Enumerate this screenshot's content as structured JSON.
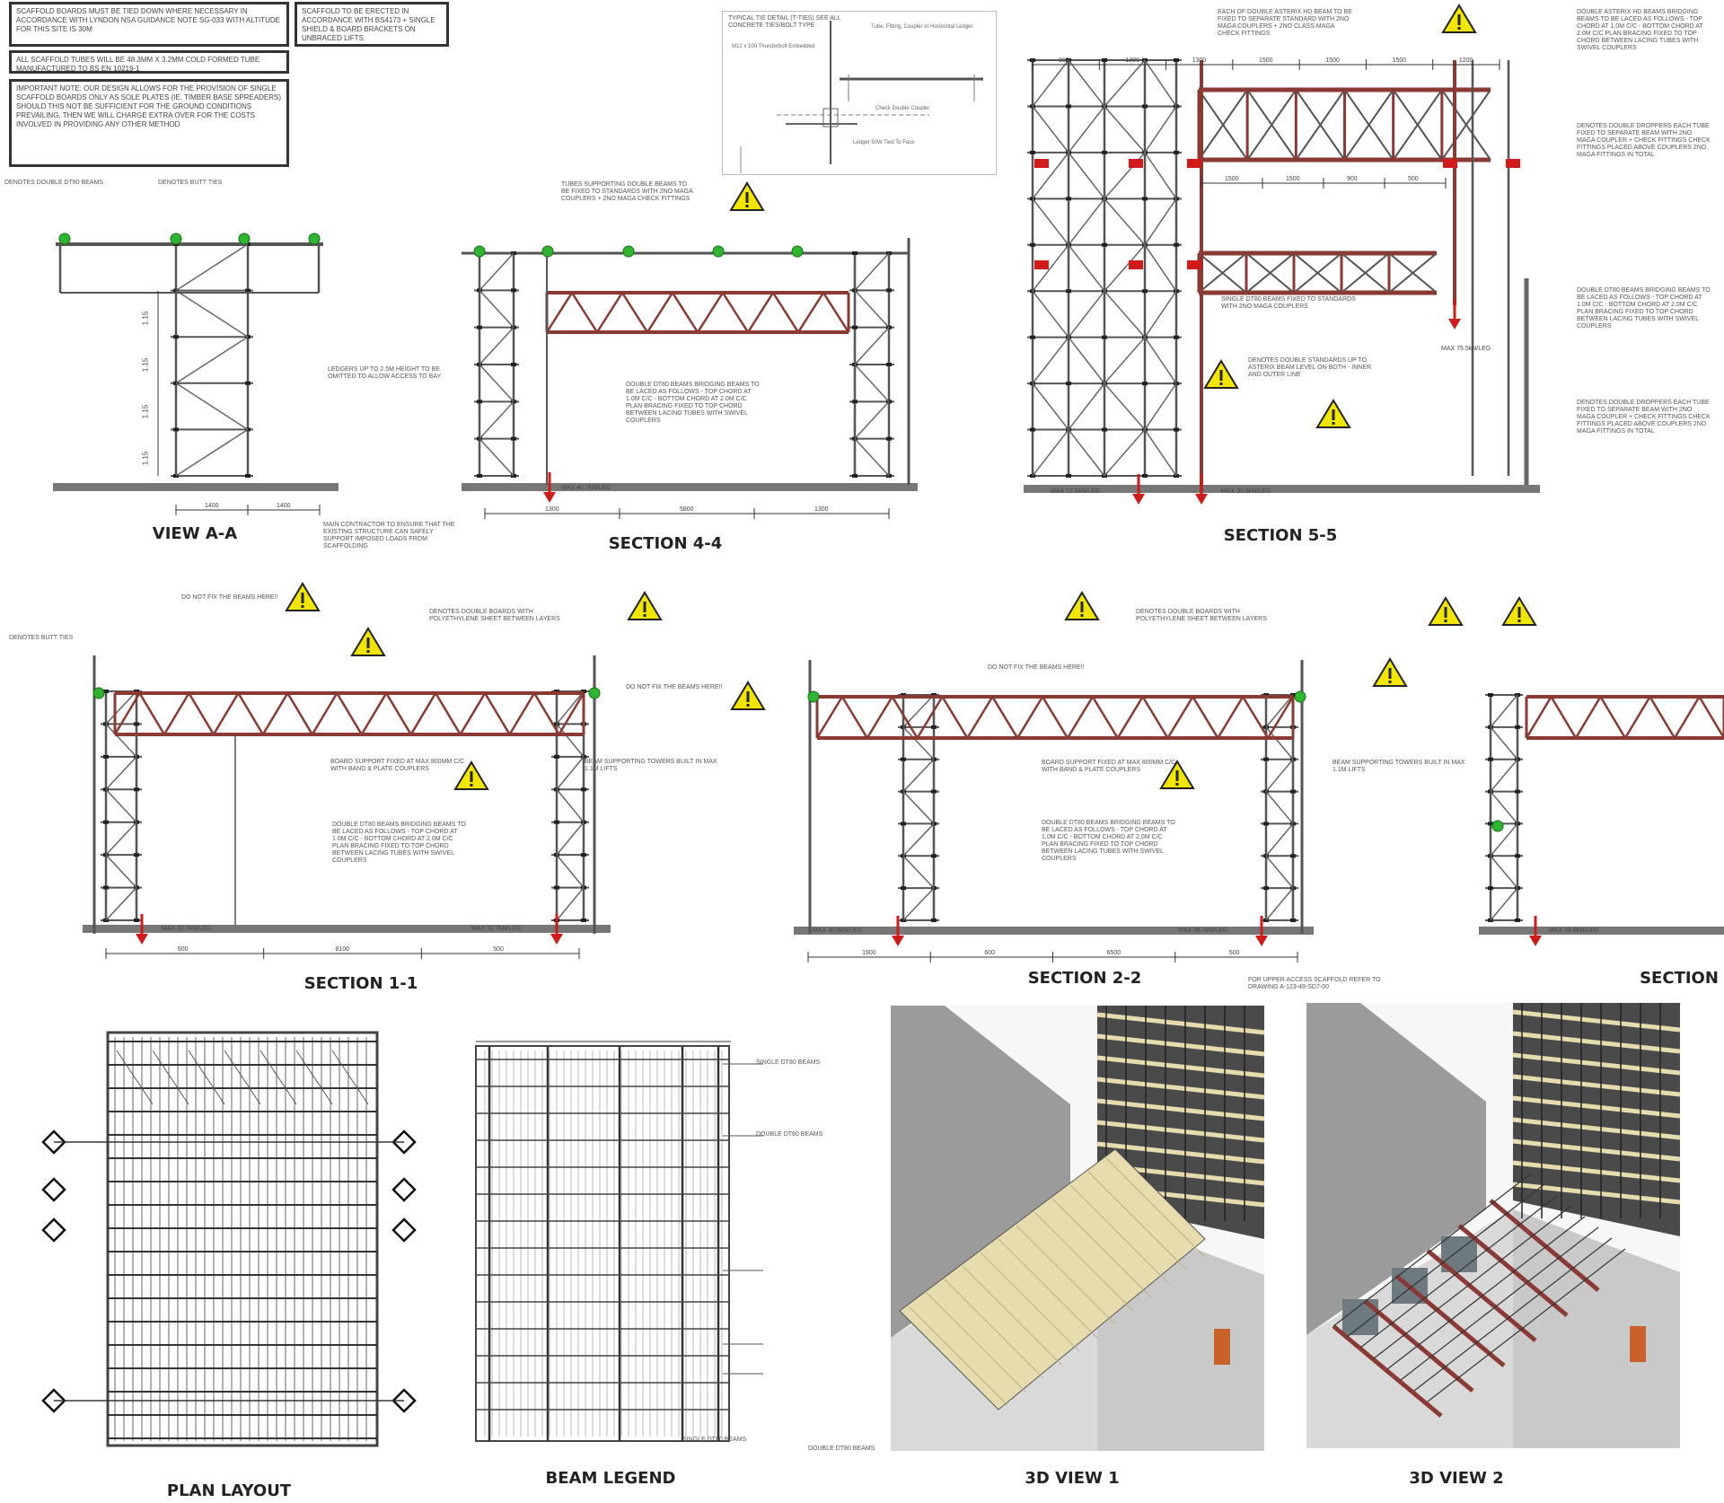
{
  "notes": {
    "tie_down": "SCAFFOLD BOARDS MUST BE TIED DOWN WHERE NECESSARY IN ACCORDANCE WITH LYNDON NSA GUIDANCE NOTE SG-033 WITH ALTITUDE FOR THIS SITE IS 30m",
    "erection": "SCAFFOLD TO BE ERECTED IN ACCORDANCE WITH BS4173 + SINGLE SHIELD & BOARD BRACKETS ON UNBRACED LIFTS",
    "tubes": "ALL SCAFFOLD TUBES WILL BE 48.3mm x 3.2mm COLD FORMED TUBE MANUFACTURED TO BS EN 10219-1",
    "important": "IMPORTANT NOTE: OUR DESIGN ALLOWS FOR THE PROVISION OF SINGLE SCAFFOLD BOARDS ONLY AS SOLE PLATES (ie. TIMBER BASE SPREADERS) SHOULD THIS NOT BE SUFFICIENT FOR THE GROUND CONDITIONS PREVAILING, THEN WE WILL CHARGE EXTRA OVER FOR THE COSTS INVOLVED IN PROVIDING ANY OTHER METHOD"
  },
  "tie_detail": {
    "title": "TYPICAL TIE DETAIL (T-TIES) SEE ALL CONCRETE TIES/BOLT TYPE",
    "label_bolt": "M12 x 100 Thunderbolt Embedded",
    "label_tube": "Tube, Fitting, Coupler or Horizontal Ledger",
    "label_double": "Check Double Coupler",
    "label_ledger": "Ledger 50W Tied To Face"
  },
  "titles": {
    "view_aa": "VIEW A-A",
    "section_44": "SECTION 4-4",
    "section_55": "SECTION 5-5",
    "section_11": "SECTION 1-1",
    "section_22": "SECTION 2-2",
    "section_33": "SECTION",
    "plan": "PLAN LAYOUT",
    "beam_legend": "BEAM LEGEND",
    "view3d_1": "3D VIEW 1",
    "view3d_2": "3D VIEW 2"
  },
  "annotations": [
    "DENOTES DOUBLE DT80 BEAMS",
    "DENOTES BUTT TIES",
    "LEDGERS UP TO 2.5m HEIGHT TO BE OMITTED TO ALLOW ACCESS TO BAY",
    "TUBES SUPPORTING DOUBLE BEAMS TO BE FIXED TO STANDARDS WITH 2NO MAGA COUPLERS + 2NO MAGA CHECK FITTINGS",
    "DOUBLE DT80 BEAMS BRIDGING BEAMS TO BE LACED AS FOLLOWS - TOP CHORD AT 1.0m C/C - BOTTOM CHORD AT 2.0m C/C PLAN BRACING FIXED TO TOP CHORD BETWEEN LACING TUBES WITH SWIVEL COUPLERS",
    "MAIN CONTRACTOR TO ENSURE THAT THE EXISTING STRUCTURE CAN SAFELY SUPPORT IMPOSED LOADS FROM SCAFFOLDING",
    "EACH OF DOUBLE ASTERIX HD BEAM TO BE FIXED TO SEPARATE STANDARD WITH 2NO MAGA COUPLERS + 2NO CLASS MAGA CHECK FITTINGS",
    "DOUBLE ASTERIX HD BEAMS BRIDGING BEAMS TO BE LACED AS FOLLOWS - TOP CHORD AT 1.0m C/C - BOTTOM CHORD AT 2.0m C/C PLAN BRACING FIXED TO TOP CHORD BETWEEN LACING TUBES WITH SWIVEL COUPLERS",
    "DENOTES DOUBLE DROPPERS EACH TUBE FIXED TO SEPARATE BEAM WITH 2NO MAGA COUPLER + CHECK FITTINGS CHECK FITTINGS PLACED ABOVE COUPLERS 2NO MAGA FITTINGS IN TOTAL",
    "SINGLE DT80 BEAMS FIXED TO STANDARDS WITH 2NO MAGA COUPLERS",
    "DENOTES DOUBLE STANDARDS UP TO ASTERIX BEAM LEVEL ON BOTH - INNER AND OUTER LINE",
    "DO NOT FIX THE BEAMS HERE!!",
    "DENOTES DOUBLE BOARDS WITH POLYETHYLENE SHEET BETWEEN LAYERS",
    "BOARD SUPPORT FIXED AT MAX 800mm C/C WITH BAND & PLATE COUPLERS",
    "BEAM SUPPORTING TOWERS BUILT IN MAX 1.1m LIFTS",
    "FOR UPPER ACCESS SCAFFOLD REFER TO DRAWING A-123-49-SD7-00",
    "SINGLE DT80 BEAMS",
    "DOUBLE DT80 BEAMS"
  ],
  "dimensions": {
    "view_aa": [
      "1400",
      "1400"
    ],
    "section_44": [
      "1300",
      "5800",
      "1300"
    ],
    "section_55_top": [
      "900",
      "1300",
      "1300",
      "1500",
      "1500",
      "1500",
      "1200"
    ],
    "section_55_mid": [
      "1500",
      "1500",
      "900",
      "500"
    ],
    "section_11": [
      "600",
      "8100",
      "500"
    ],
    "section_22": [
      "1900",
      "600",
      "6500",
      "500"
    ],
    "max_loads": [
      "MAX 40.7kN/LEG",
      "MAX 32.7kN/LEG",
      "MAX 75.5kN/LEG",
      "MAX 12.5kN/LEG",
      "MAX 30.9kN/LEG",
      "MAX 26.7kN/LEG",
      "MAX 19.8kN/LEG"
    ],
    "lifts": [
      "1.15",
      "1.15",
      "1.15",
      "1.15"
    ]
  },
  "colors": {
    "beam": "#8b3a33",
    "load_arrow": "#d11a1a",
    "tie": "#2fb52f",
    "warning": "#f2e600",
    "deck": "#e7dcae",
    "building": "#a9a9a9"
  }
}
